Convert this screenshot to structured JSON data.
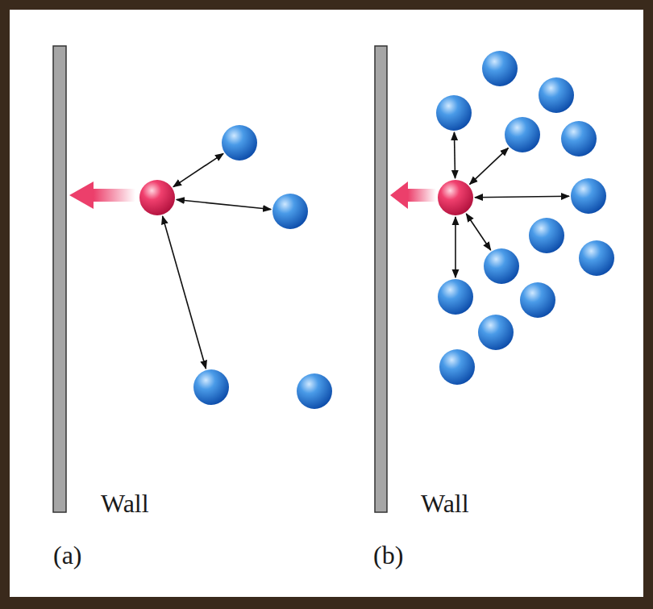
{
  "diagram": {
    "labels": [
      "Wall",
      "(a)",
      "Wall",
      "(b)"
    ]
  }
}
